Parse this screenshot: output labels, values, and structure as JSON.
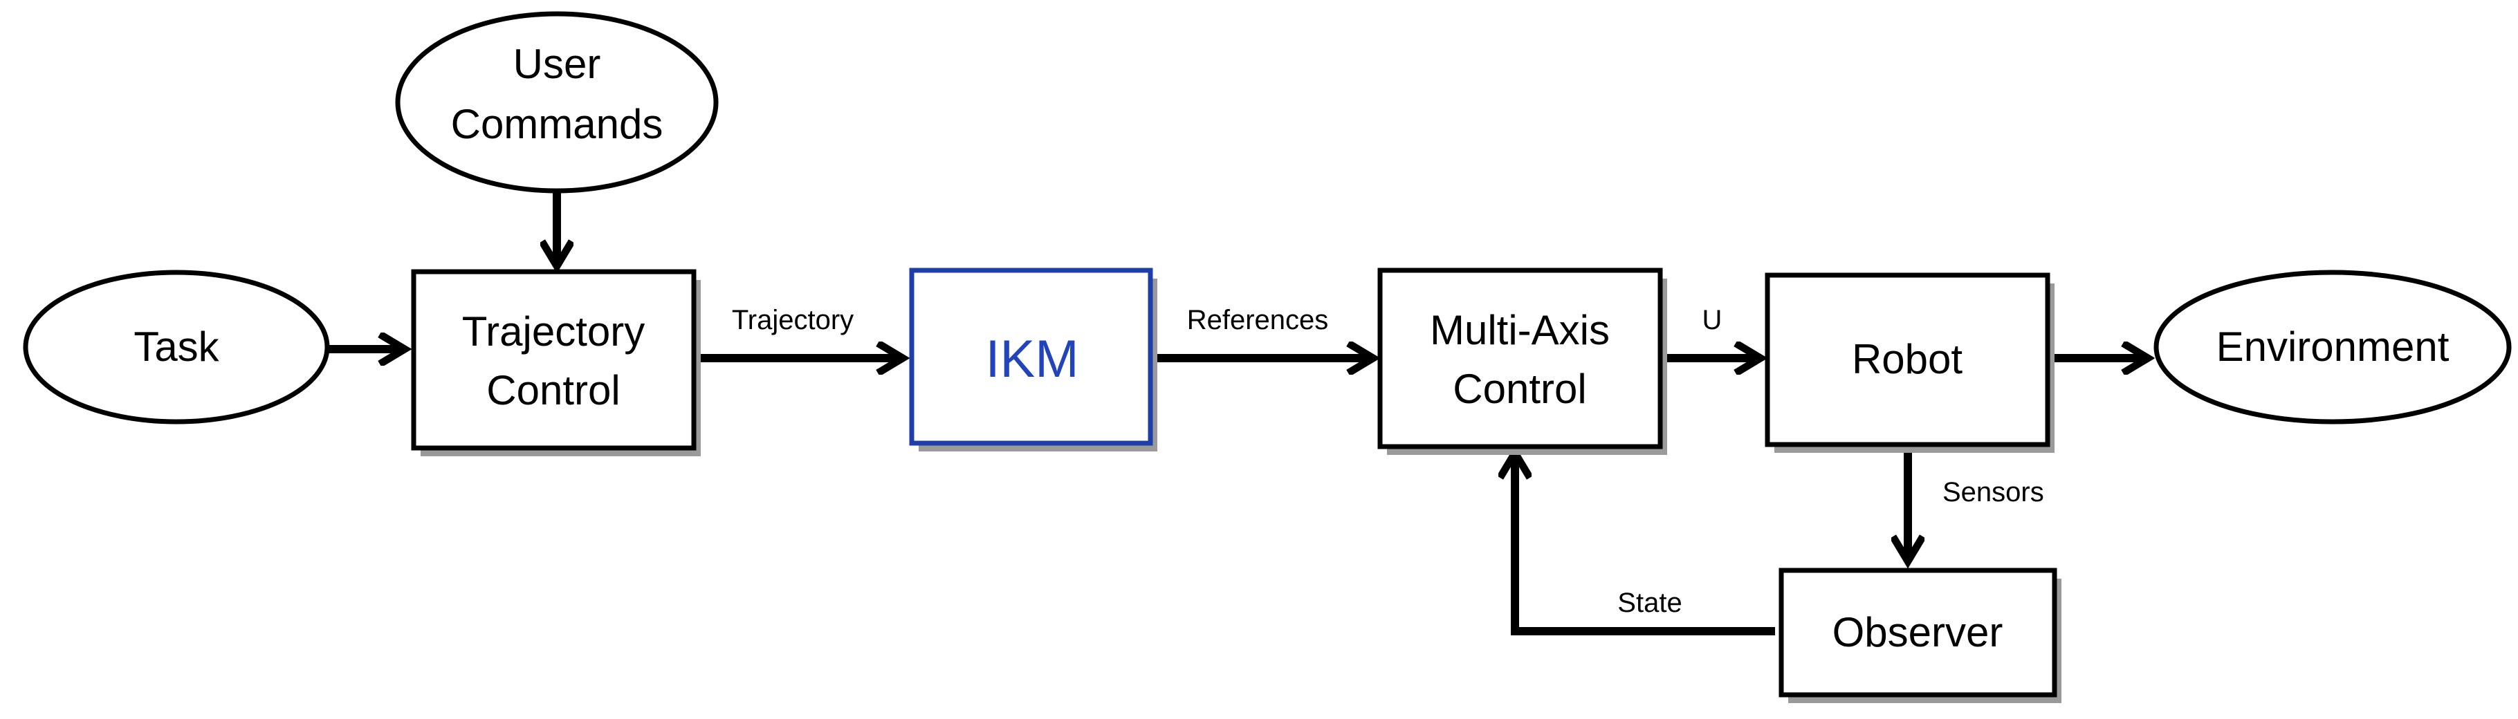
{
  "diagram": {
    "nodes": {
      "user_commands": {
        "line1": "User",
        "line2": "Commands"
      },
      "task": {
        "label": "Task"
      },
      "trajectory_control": {
        "line1": "Trajectory",
        "line2": "Control"
      },
      "ikm": {
        "label": "IKM"
      },
      "multi_axis_control": {
        "line1": "Multi-Axis",
        "line2": "Control"
      },
      "robot": {
        "label": "Robot"
      },
      "environment": {
        "label": "Environment"
      },
      "observer": {
        "label": "Observer"
      }
    },
    "edges": {
      "trajectory": "Trajectory",
      "references": "References",
      "u": "U",
      "sensors": "Sensors",
      "state": "State"
    },
    "colors": {
      "stroke": "#000000",
      "ikm_border": "#1f3fa8",
      "ikm_text": "#2244bb",
      "shadow": "#9a9a9a",
      "background": "#ffffff"
    }
  }
}
